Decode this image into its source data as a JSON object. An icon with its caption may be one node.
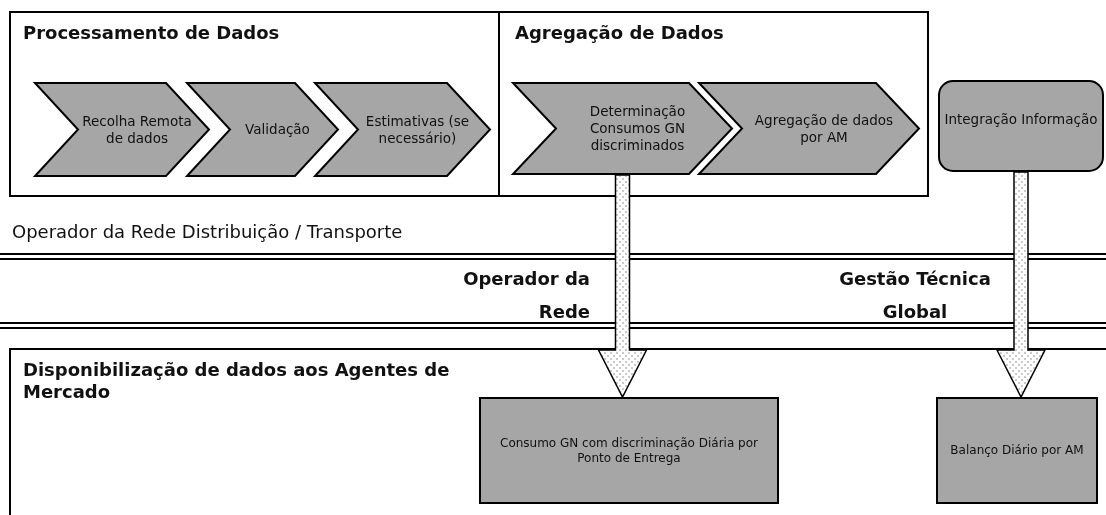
{
  "diagram": {
    "nodes": [
      {
        "text": [
          "Processamento de Dados"
        ]
      },
      {
        "text": [
          "Recolha Remota de dados"
        ],
        "in": 0
      },
      {
        "text": [
          "Validação"
        ],
        "in": 0
      },
      {
        "text": [
          "Estimativas (se necessário)"
        ],
        "in": 0
      },
      {
        "text": [
          "Agregação de Dados"
        ]
      },
      {
        "text": [
          "Determinação Consumos GN discriminados"
        ],
        "in": 4
      },
      {
        "text": [
          "Agregação de dados por AM"
        ],
        "in": 4
      },
      {
        "text": [
          "Integração Informação"
        ]
      },
      {
        "text": [
          "Disponibilização de dados aos Agentes de Mercado"
        ]
      },
      {
        "text": [
          "Consumo GN com discriminação Diária por Ponto de Entrega"
        ],
        "in": 8
      },
      {
        "text": [
          "Balanço Diário por AM"
        ],
        "in": 8
      }
    ],
    "edges": [
      {
        "from": 5,
        "to": 9,
        "arrow": "to",
        "style": "thick"
      },
      {
        "from": 7,
        "to": 10,
        "arrow": "to",
        "style": "thick"
      }
    ],
    "labels": [
      "Operador da Rede Distribuição / Transporte",
      "Operador da Rede",
      "Gestão Técnica Global"
    ]
  }
}
